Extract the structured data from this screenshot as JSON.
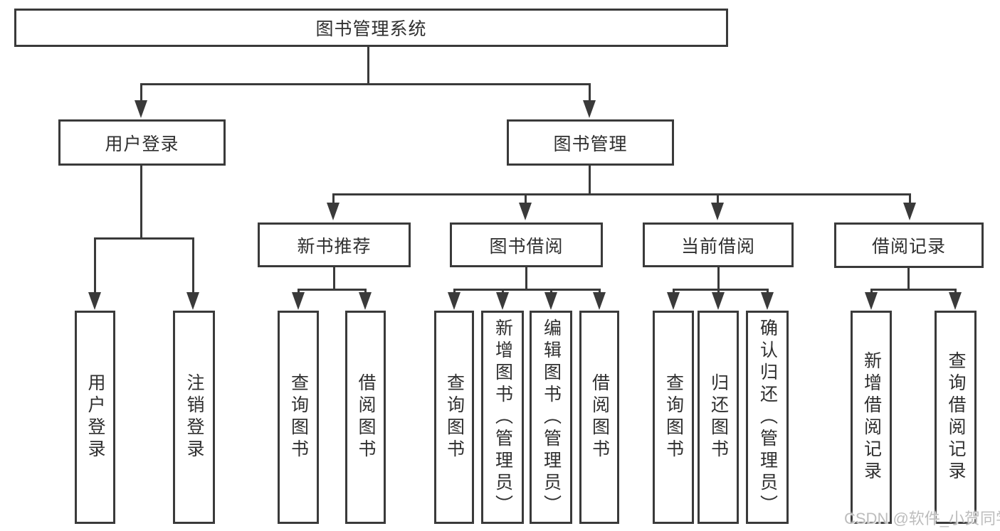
{
  "diagram": {
    "title": "图书管理系统",
    "root": {
      "label": "图书管理系统"
    },
    "branches": [
      {
        "label": "用户登录",
        "children": [
          {
            "label": "用户登录"
          },
          {
            "label": "注销登录"
          }
        ]
      },
      {
        "label": "图书管理",
        "children": [
          {
            "label": "新书推荐",
            "children": [
              {
                "label": "查询图书"
              },
              {
                "label": "借阅图书"
              }
            ]
          },
          {
            "label": "图书借阅",
            "children": [
              {
                "label": "查询图书"
              },
              {
                "label": "新增图书（管理员）"
              },
              {
                "label": "编辑图书（管理员）"
              },
              {
                "label": "借阅图书"
              }
            ]
          },
          {
            "label": "当前借阅",
            "children": [
              {
                "label": "查询图书"
              },
              {
                "label": "归还图书"
              },
              {
                "label": "确认归还（管理员）"
              }
            ]
          },
          {
            "label": "借阅记录",
            "children": [
              {
                "label": "新增借阅记录"
              },
              {
                "label": "查询借阅记录"
              }
            ]
          }
        ]
      }
    ]
  },
  "watermark": {
    "text": "CSDN @软件_小贺同学"
  },
  "colors": {
    "line": "#3a3a3a",
    "text": "#2f2f2f",
    "background": "#ffffff",
    "watermark": "#bdbdbd"
  }
}
